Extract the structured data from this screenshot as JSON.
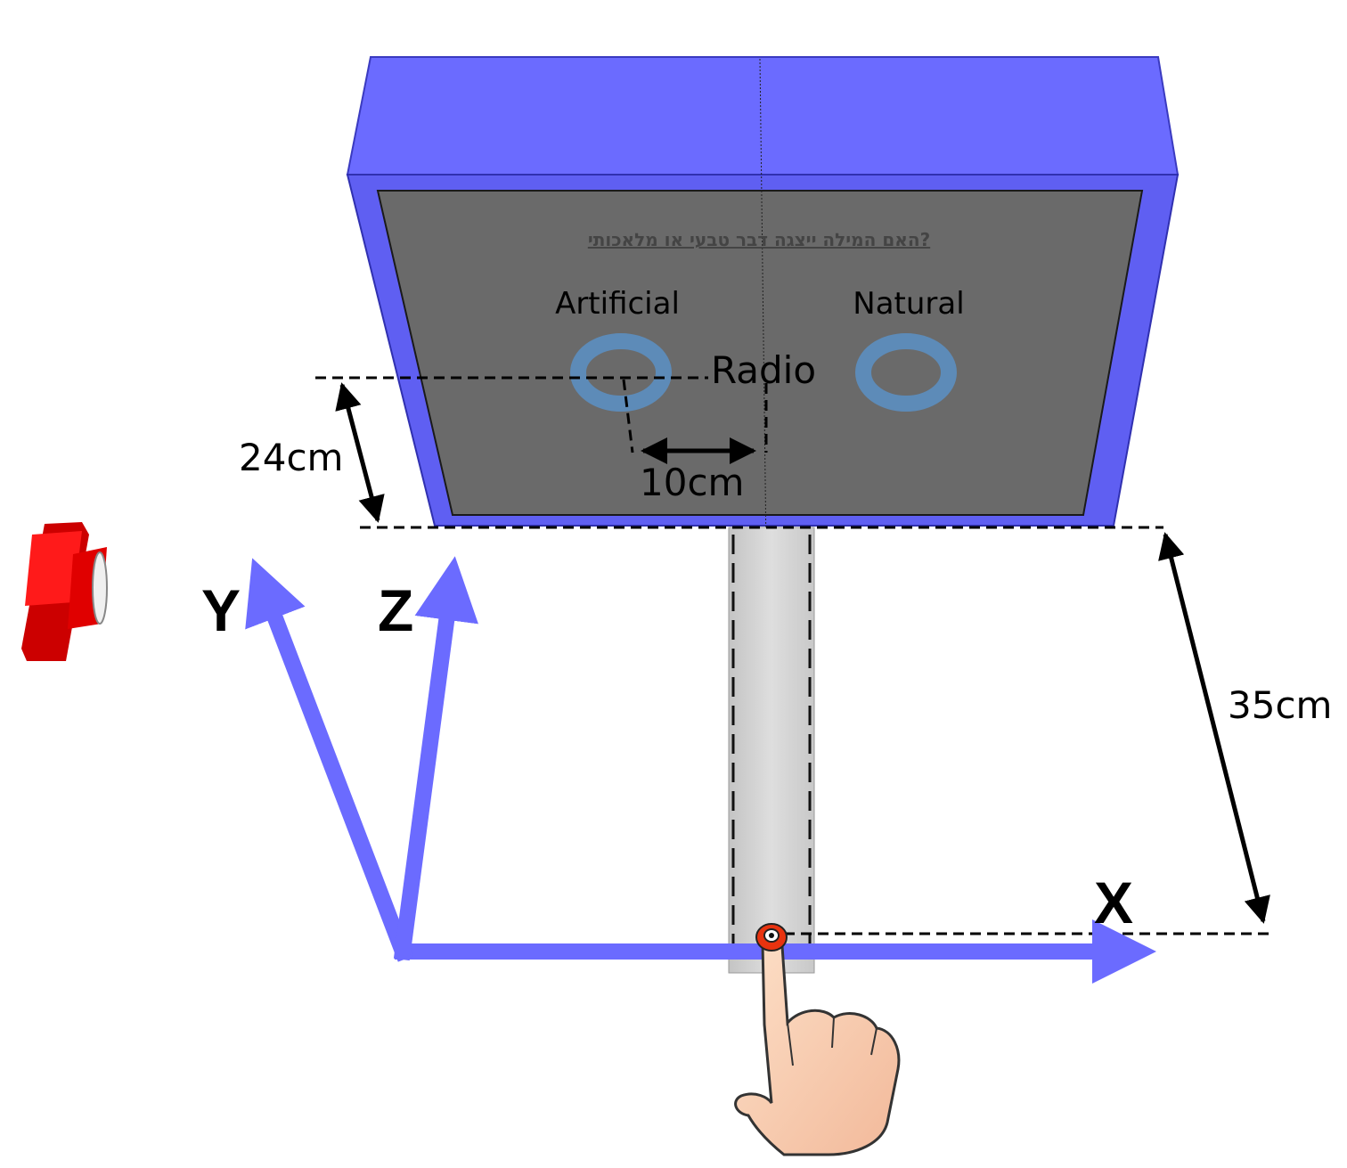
{
  "screen": {
    "question": "האם המילה ייצגה דבר טבעי או מלאכותי?",
    "option_left": "Artificial",
    "option_right": "Natural",
    "radio_label": "Radio"
  },
  "dimensions": {
    "height": "24cm",
    "offset": "10cm",
    "distance": "35cm"
  },
  "axes": {
    "x": "X",
    "y": "Y",
    "z": "Z"
  },
  "colors": {
    "monitor_frame": "#6b6bff",
    "monitor_screen": "#6a6a6a",
    "radio_ring": "#5d8bb8",
    "axis_arrow": "#6b6bff",
    "start_button": "#e8330f",
    "camera": "#e00000",
    "rail": "#d2d2d2"
  },
  "icons": {
    "camera": "red-camera-icon",
    "hand": "pointing-hand-icon",
    "start": "start-button-icon"
  }
}
